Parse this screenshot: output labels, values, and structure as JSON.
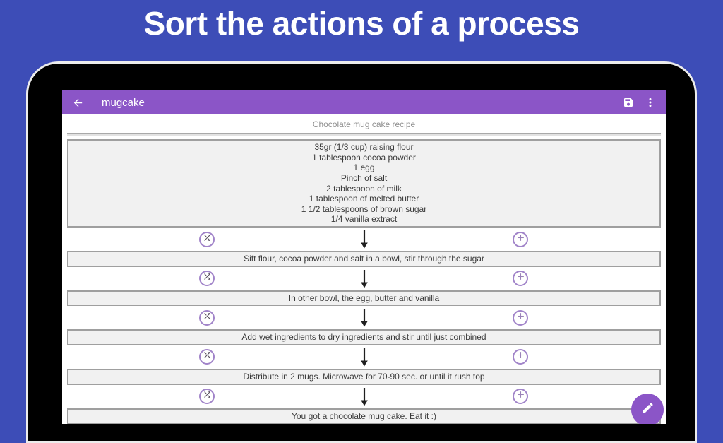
{
  "banner": {
    "title": "Sort the actions of a process"
  },
  "toolbar": {
    "title": "mugcake",
    "icons": {
      "left": "back-arrow",
      "right": [
        "save-floppy",
        "overflow-menu-dots"
      ]
    }
  },
  "document": {
    "title": "Chocolate mug cake recipe"
  },
  "flow": {
    "connector_icons": {
      "left": "shuffle",
      "center": "down-arrow",
      "right": "plus"
    },
    "nodes": [
      {
        "text": "35gr (1/3 cup) raising flour\n1 tablespoon cocoa powder\n1 egg\nPinch of salt\n2 tablespoon of milk\n1 tablespoon of melted butter\n1 1/2 tablespoons of brown sugar\n1/4 vanilla extract"
      },
      {
        "text": "Sift flour, cocoa powder and salt in a bowl, stir through the sugar"
      },
      {
        "text": "In other bowl, the egg, butter and vanilla"
      },
      {
        "text": "Add wet ingredients to dry ingredients and stir until just combined"
      },
      {
        "text": "Distribute in 2 mugs. Microwave for 70-90 sec. or until it rush top"
      },
      {
        "text": "You got a chocolate mug cake. Eat it :)"
      }
    ]
  },
  "fab": {
    "icon": "edit-pencil"
  },
  "colors": {
    "background": "#3D4DB7",
    "toolbar": "#8B55C7",
    "accent_circle": "#A184C9",
    "node_fill": "#F1F1F1",
    "node_border": "#9F9F9F",
    "arrow": "#1F1F1F"
  }
}
